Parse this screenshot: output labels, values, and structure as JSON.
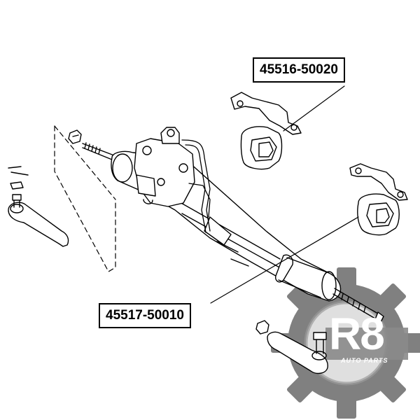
{
  "callouts": {
    "upper_part_number": "45516-50020",
    "lower_part_number": "45517-50010"
  },
  "logo": {
    "mark": "R8",
    "tagline": "AUTO PARTS",
    "gear_color": "#6b6b6b",
    "accent_color": "#9a9a9a"
  }
}
